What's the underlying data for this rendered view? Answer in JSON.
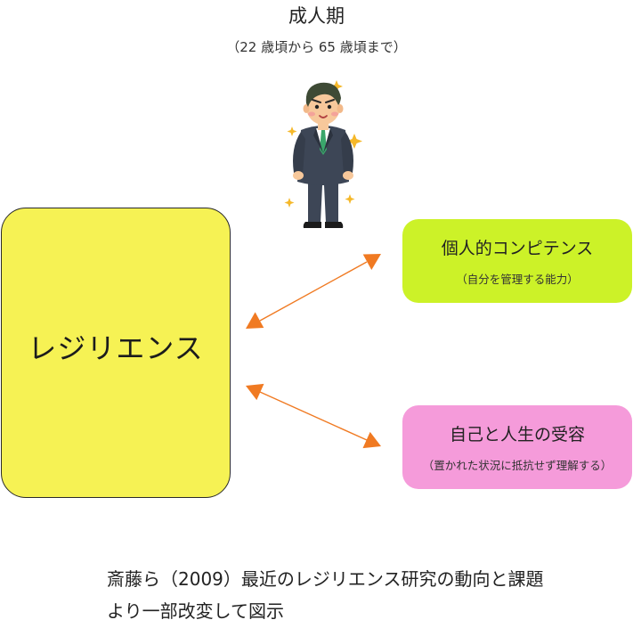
{
  "stage": {
    "title": "成人期",
    "subtitle": "（22 歳頃から 65 歳頃まで）"
  },
  "resilience": {
    "label": "レジリエンス"
  },
  "competence": {
    "title": "個人的コンピテンス",
    "subtitle": "（自分を管理する能力）"
  },
  "acceptance": {
    "title": "自己と人生の受容",
    "subtitle": "（置かれた状況に抵抗せず理解する）"
  },
  "citation": {
    "line1": "斎藤ら（2009）最近のレジリエンス研究の動向と課題",
    "line2": "より一部改変して図示"
  },
  "colors": {
    "resilience_fill": "#f6f254",
    "competence_fill": "#ccf228",
    "acceptance_fill": "#f59bda",
    "arrow": "#f07a22"
  },
  "icons": {
    "person": "businessman-illustration-icon"
  }
}
